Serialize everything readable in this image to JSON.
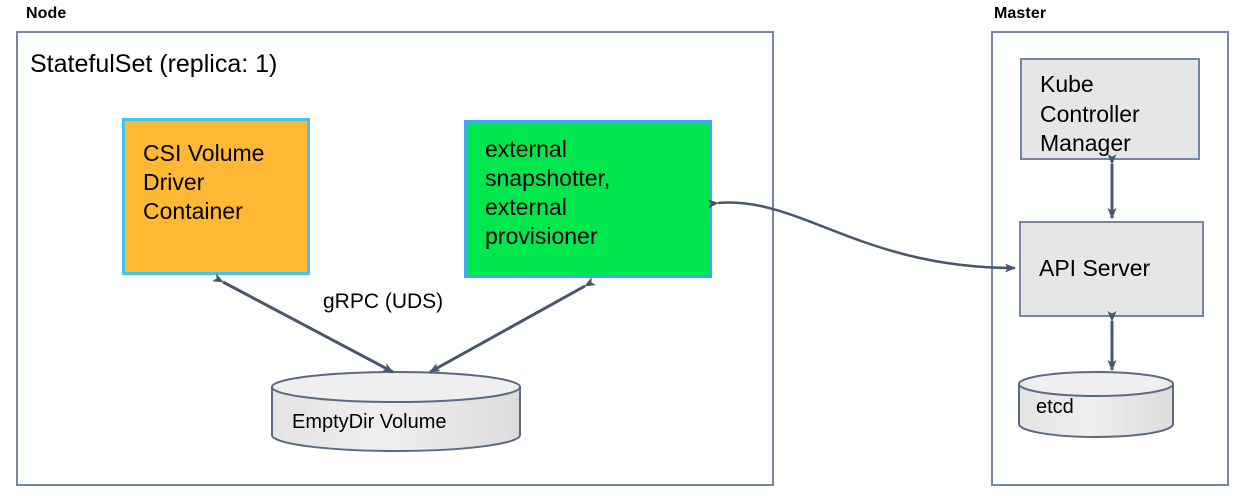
{
  "diagram": {
    "title_node": "Node",
    "title_master": "Master",
    "node_frame_caption": "StatefulSet (replica: 1)",
    "colors": {
      "csi_fill": "#ffb833",
      "csi_border": "#3fc5f0",
      "external_fill": "#00e64d",
      "external_border": "#3fa9f5",
      "grey_fill": "#e6e6e6",
      "frame_border": "#7487a3",
      "arrow": "#48576b",
      "text": "#000000",
      "background": "#ffffff"
    },
    "node": {
      "csi_container": "CSI Volume\nDriver\nContainer",
      "external_container": "external\nsnapshotter,\nexternal\nprovisioner",
      "volume": "EmptyDir Volume",
      "grpc_label": "gRPC (UDS)"
    },
    "master": {
      "kube_controller_manager": "Kube\nController\nManager",
      "api_server": "API Server",
      "etcd": "etcd"
    },
    "connections": [
      {
        "name": "csi-to-volume",
        "from": "CSI Volume Driver Container",
        "to": "EmptyDir Volume",
        "label": "gRPC (UDS)",
        "arrowheads": "both"
      },
      {
        "name": "external-to-volume",
        "from": "external snapshotter, external provisioner",
        "to": "EmptyDir Volume",
        "label": "",
        "arrowheads": "both"
      },
      {
        "name": "external-to-apiserver",
        "from": "external snapshotter, external provisioner",
        "to": "API Server",
        "label": "",
        "arrowheads": "both"
      },
      {
        "name": "kcm-to-apiserver",
        "from": "Kube Controller Manager",
        "to": "API Server",
        "label": "",
        "arrowheads": "both"
      },
      {
        "name": "apiserver-to-etcd",
        "from": "API Server",
        "to": "etcd",
        "label": "",
        "arrowheads": "both"
      }
    ]
  }
}
